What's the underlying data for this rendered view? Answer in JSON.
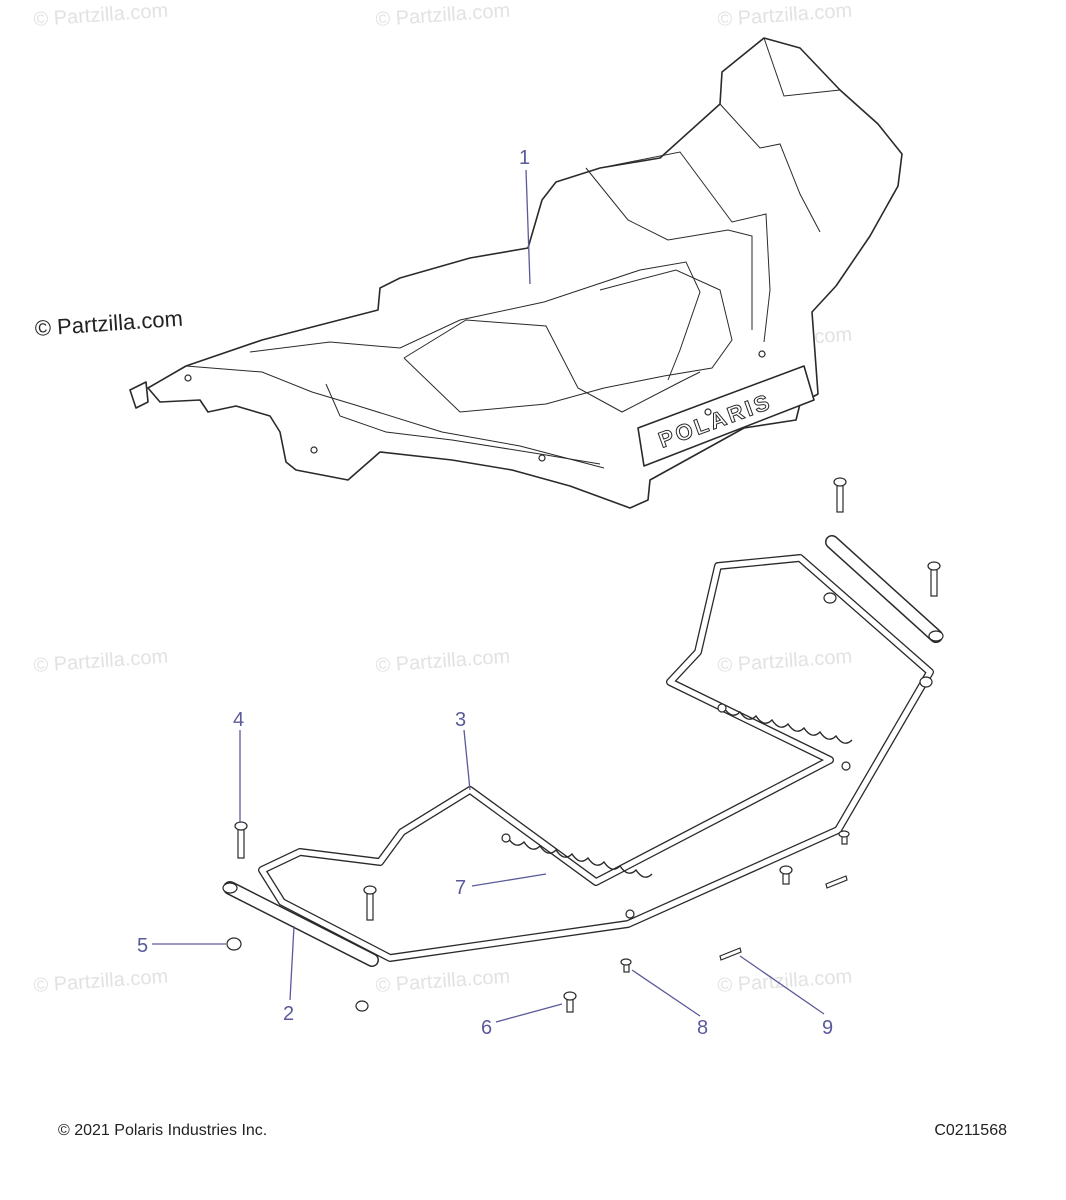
{
  "watermark": {
    "text": "© Partzilla.com",
    "main_text": "© Partzilla.com"
  },
  "brand_text": "POLARIS",
  "callouts": [
    {
      "number": "1"
    },
    {
      "number": "2"
    },
    {
      "number": "3"
    },
    {
      "number": "4"
    },
    {
      "number": "5"
    },
    {
      "number": "6"
    },
    {
      "number": "7"
    },
    {
      "number": "8"
    },
    {
      "number": "9"
    }
  ],
  "footer": {
    "copyright": "© 2021 Polaris Industries Inc.",
    "diagram_code": "C0211568"
  }
}
